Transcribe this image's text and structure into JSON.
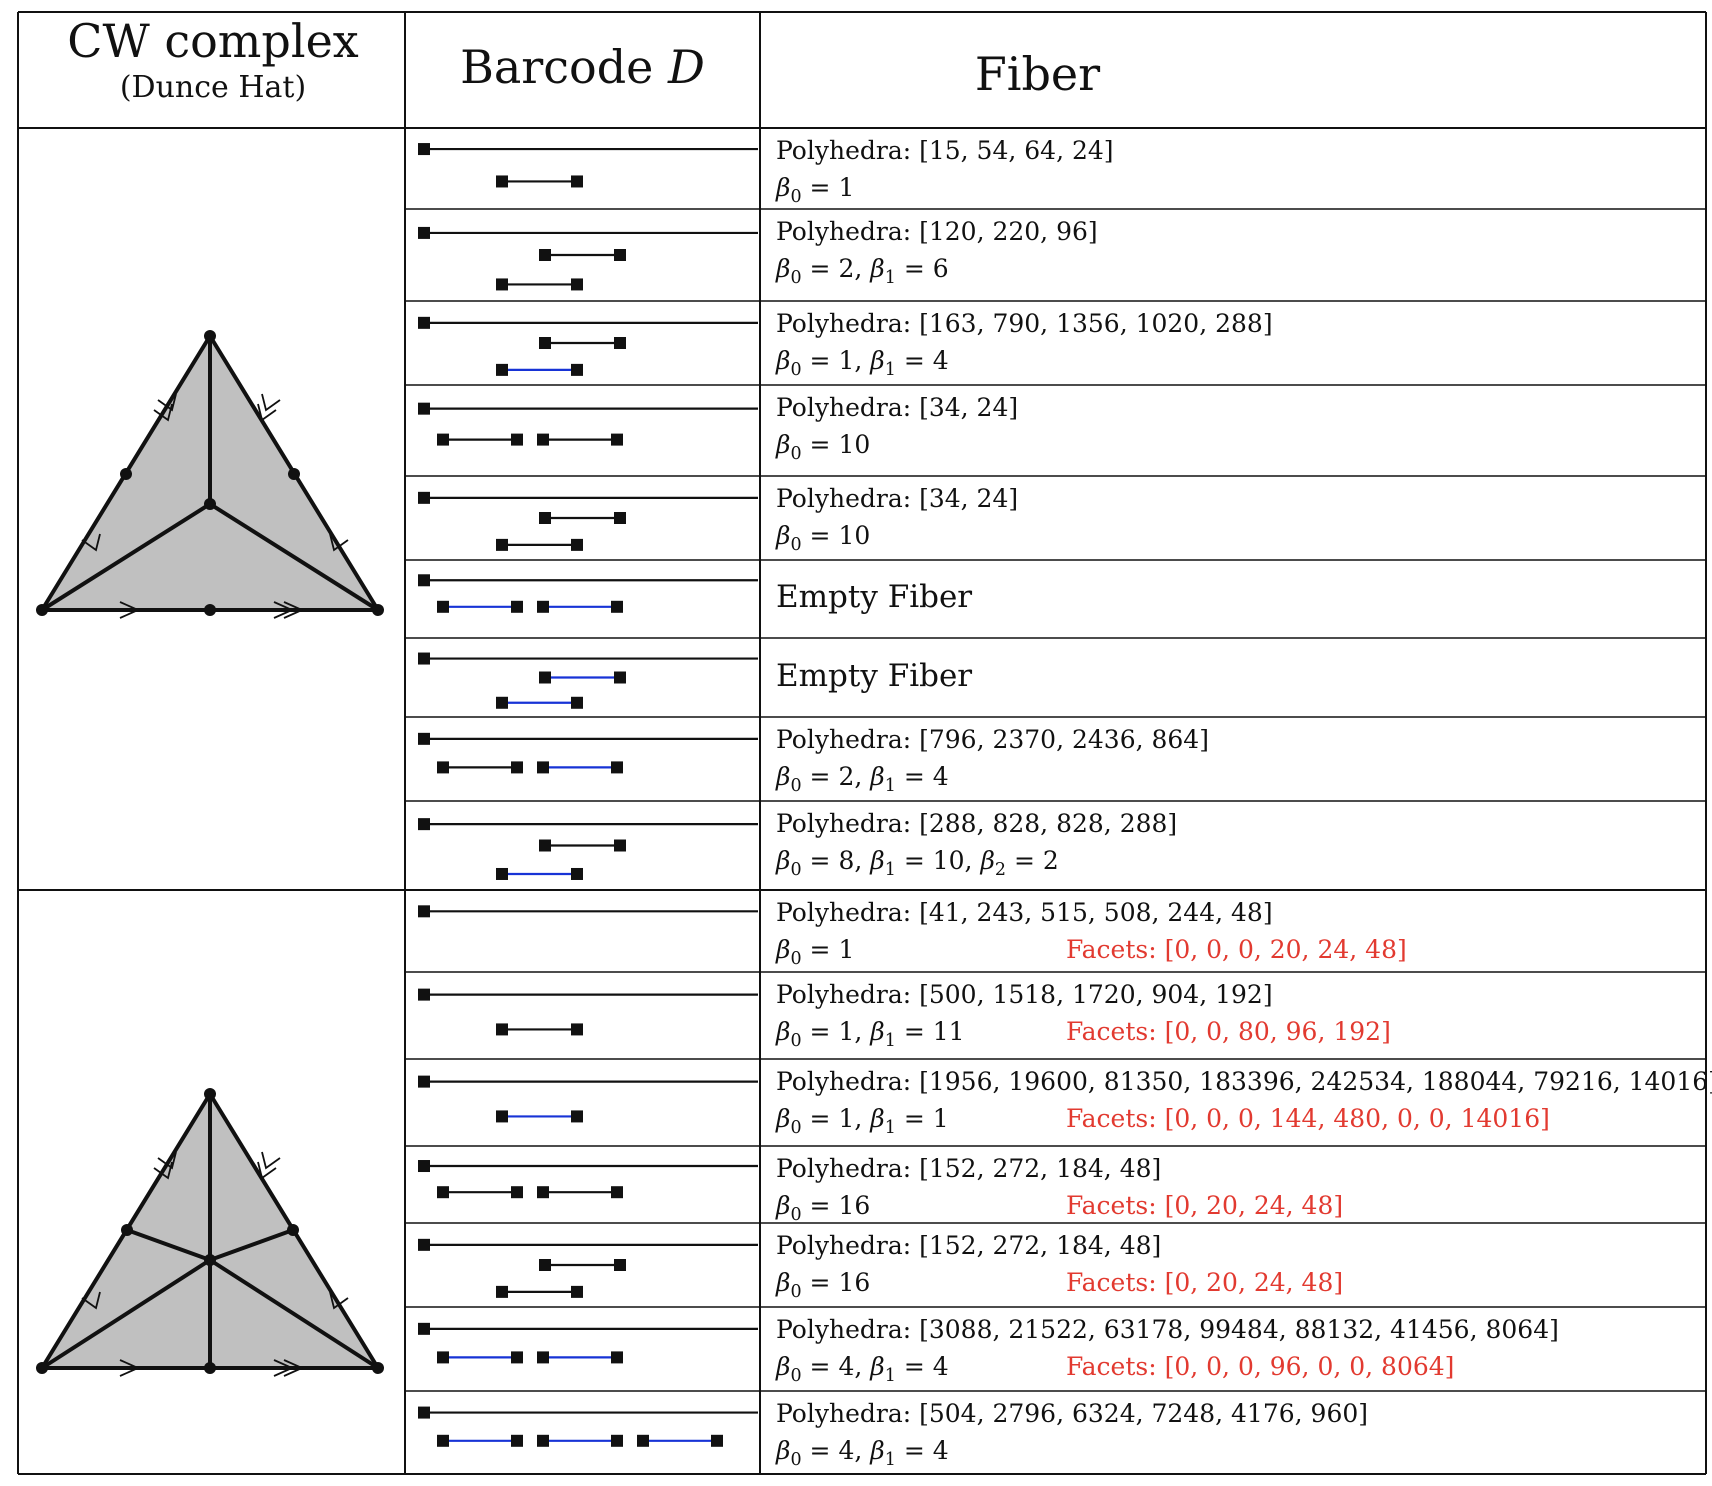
{
  "headers": {
    "cw_title": "CW complex",
    "cw_subtitle": "(Dunce Hat)",
    "barcode_title": "Barcode D",
    "fiber_title": "Fiber"
  },
  "colors": {
    "black_bar": "#111111",
    "blue_bar": "#1733d6",
    "facets": "#e23a30",
    "triangle_fill": "#c0c0c0"
  },
  "sections": [
    {
      "rows": [
        {
          "polyhedra": "Polyhedra: [15, 54, 64, 24]",
          "betti": "β0 = 1",
          "facets": "",
          "bars": [
            [
              0,
              "k",
              0
            ],
            [
              1,
              "k",
              1
            ]
          ]
        },
        {
          "polyhedra": "Polyhedra: [120, 220, 96]",
          "betti": "β0 = 2, β1 = 6",
          "facets": "",
          "bars": [
            [
              0,
              "k",
              0
            ],
            [
              1,
              "k",
              1
            ],
            [
              0,
              "k",
              2
            ]
          ]
        },
        {
          "polyhedra": "Polyhedra: [163, 790, 1356, 1020, 288]",
          "betti": "β0 = 1, β1 = 4",
          "facets": "",
          "bars": [
            [
              0,
              "k",
              0
            ],
            [
              1,
              "b",
              1
            ],
            [
              0,
              "k",
              2
            ]
          ]
        },
        {
          "polyhedra": "Polyhedra: [34, 24]",
          "betti": "β0 = 10",
          "facets": "",
          "bars": [
            [
              0,
              "k",
              0
            ],
            [
              1,
              "k",
              1
            ],
            [
              0,
              "k",
              2
            ]
          ]
        },
        {
          "polyhedra": "Polyhedra: [34, 24]",
          "betti": "β0 = 10",
          "facets": "",
          "bars": [
            [
              0,
              "k",
              0
            ],
            [
              1,
              "k",
              1
            ],
            [
              0,
              "k",
              2
            ]
          ]
        },
        {
          "empty": "Empty Fiber",
          "bars": [
            [
              0,
              "k",
              0
            ],
            [
              1,
              "b",
              1
            ],
            [
              0,
              "b",
              2
            ]
          ]
        },
        {
          "empty": "Empty Fiber",
          "bars": [
            [
              0,
              "k",
              0
            ],
            [
              1,
              "b",
              1
            ],
            [
              0,
              "b",
              2
            ]
          ]
        },
        {
          "polyhedra": "Polyhedra: [796, 2370, 2436, 864]",
          "betti": "β0 = 2, β1 = 4",
          "facets": "",
          "bars": [
            [
              0,
              "k",
              0
            ],
            [
              1,
              "k",
              1
            ],
            [
              0,
              "b",
              2
            ]
          ]
        },
        {
          "polyhedra": "Polyhedra: [288, 828, 828, 288]",
          "betti": "β0 = 8, β1 = 10, β2 = 2",
          "facets": "",
          "bars": [
            [
              0,
              "k",
              0
            ],
            [
              1,
              "b",
              1
            ],
            [
              0,
              "k",
              2
            ]
          ]
        }
      ]
    },
    {
      "rows": [
        {
          "polyhedra": "Polyhedra: [41, 243, 515, 508, 244, 48]",
          "betti": "β0 = 1",
          "facets": "Facets: [0, 0, 0, 20, 24, 48]",
          "bars": [
            [
              0,
              "k",
              0
            ]
          ]
        },
        {
          "polyhedra": "Polyhedra: [500, 1518, 1720, 904, 192]",
          "betti": "β0 = 1, β1 = 11",
          "facets": "Facets: [0, 0, 80, 96, 192]",
          "bars": [
            [
              0,
              "k",
              0
            ],
            [
              1,
              "k",
              1
            ]
          ]
        },
        {
          "polyhedra": "Polyhedra: [1956, 19600, 81350, 183396, 242534, 188044, 79216, 14016]",
          "betti": "β0 = 1, β1 = 1",
          "facets": "Facets: [0, 0, 0, 144, 480, 0, 0, 14016]",
          "bars": [
            [
              0,
              "k",
              0
            ],
            [
              1,
              "b",
              1
            ]
          ]
        },
        {
          "polyhedra": "Polyhedra: [152, 272, 184, 48]",
          "betti": "β0 = 16",
          "facets": "Facets: [0, 20, 24, 48]",
          "bars": [
            [
              0,
              "k",
              0
            ],
            [
              1,
              "k",
              1
            ],
            [
              0,
              "k",
              2
            ]
          ]
        },
        {
          "polyhedra": "Polyhedra: [152, 272, 184, 48]",
          "betti": "β0 = 16",
          "facets": "Facets: [0, 20, 24, 48]",
          "bars": [
            [
              0,
              "k",
              0
            ],
            [
              1,
              "k",
              1
            ],
            [
              0,
              "k",
              2
            ]
          ]
        },
        {
          "polyhedra": "Polyhedra: [3088, 21522, 63178, 99484, 88132, 41456, 8064]",
          "betti": "β0 = 4, β1 = 4",
          "facets": "Facets: [0, 0, 0, 96, 0, 0, 8064]",
          "bars": [
            [
              0,
              "k",
              0
            ],
            [
              1,
              "b",
              1
            ],
            [
              0,
              "b",
              2
            ]
          ]
        },
        {
          "polyhedra": "Polyhedra: [504, 2796, 6324, 7248, 4176, 960]",
          "betti": "β0 = 4, β1 = 4",
          "facets": "",
          "bars": [
            [
              0,
              "k",
              0
            ],
            [
              1,
              "b",
              1
            ],
            [
              0,
              "b",
              2
            ],
            [
              0,
              "b",
              3
            ]
          ]
        }
      ]
    }
  ]
}
